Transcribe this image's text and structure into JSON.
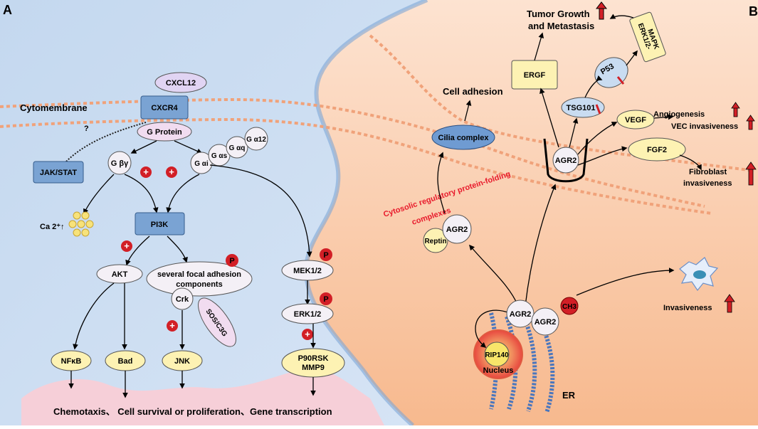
{
  "panels": {
    "left": "A",
    "right": "B"
  },
  "colors": {
    "left_bg": "#c9dcf1",
    "right_bg": "#fbd6bd",
    "membrane_dots": "#f0a27a",
    "plus_red": "#d21f26",
    "box_blue": "#7aa3d3",
    "node_yellow": "#fdf2b3",
    "node_pink": "#f1dcf0"
  },
  "left": {
    "cxcl12": "CXCL12",
    "cxcr4": "CXCR4",
    "cytomembrane": "Cytomembrane",
    "g_protein": "G Protein",
    "question": "?",
    "jak_stat": "JAK/STAT",
    "g_beta_gamma": "G βγ",
    "g_alpha_i": "G αi",
    "g_alpha_s": "G αs",
    "g_alpha_q": "G αq",
    "g_alpha_12": "G α12",
    "ca": "Ca 2⁺↑",
    "pi3k": "PI3K",
    "akt": "AKT",
    "focal_1": "several focal adhesion",
    "focal_2": "components",
    "crk": "Crk",
    "sos": "SOS/C3G",
    "mek": "MEK1/2",
    "erk": "ERK1/2",
    "nfkb": "NFκB",
    "bad": "Bad",
    "jnk": "JNK",
    "p90_1": "P90RSK",
    "p90_2": "MMP9",
    "phospho": "P",
    "plus": "+",
    "outcome": "Chemotaxis、 Cell survival or proliferation、Gene transcription"
  },
  "right": {
    "tumor_1": "Tumor Growth",
    "tumor_2": "and Metastasis",
    "erk_mapk_1": "ERK1/2-",
    "erk_mapk_2": "MAPK",
    "ergf": "ERGF",
    "p53": "P53",
    "cell_adhesion": "Cell adhesion",
    "tsg101": "TSG101",
    "angiogenesis": "Angiogenesis",
    "vec": "VEC invasiveness",
    "vegf": "VEGF",
    "cilia": "Cilia complex",
    "agr2": "AGR2",
    "fgf2": "FGF2",
    "fibro_1": "Fibroblast",
    "fibro_2": "invasiveness",
    "cytosolic_1": "Cytosolic regulatory protein-folding",
    "cytosolic_2": "complexes",
    "reptin": "Reptin",
    "invasiveness": "Invasiveness",
    "ch3": "CH3",
    "rip140": "RIP140",
    "nucleus": "Nucleus",
    "er": "ER"
  }
}
